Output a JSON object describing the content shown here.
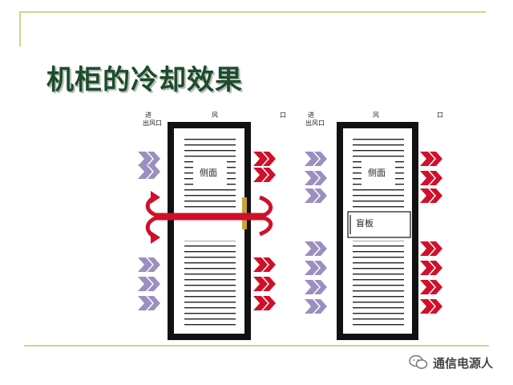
{
  "slide": {
    "title": "机柜的冷却效果",
    "watermark": "通信电源人"
  },
  "diagram": {
    "left_cabinet": {
      "label_inlet": "进",
      "label_outlet_text": "出风口",
      "label_wind": "风",
      "label_mouth": "口",
      "side_label": "侧面"
    },
    "right_cabinet": {
      "label_inlet": "进",
      "label_outlet_text": "出风口",
      "label_wind": "风",
      "label_mouth": "口",
      "side_label": "侧面",
      "blanking_label": "盲板"
    },
    "colors": {
      "cold_air": "#9b8fc0",
      "hot_air": "#d0102a",
      "cabinet_frame": "#111111",
      "gap_marker": "#c9a23a",
      "title": "#1b4d2a"
    }
  }
}
